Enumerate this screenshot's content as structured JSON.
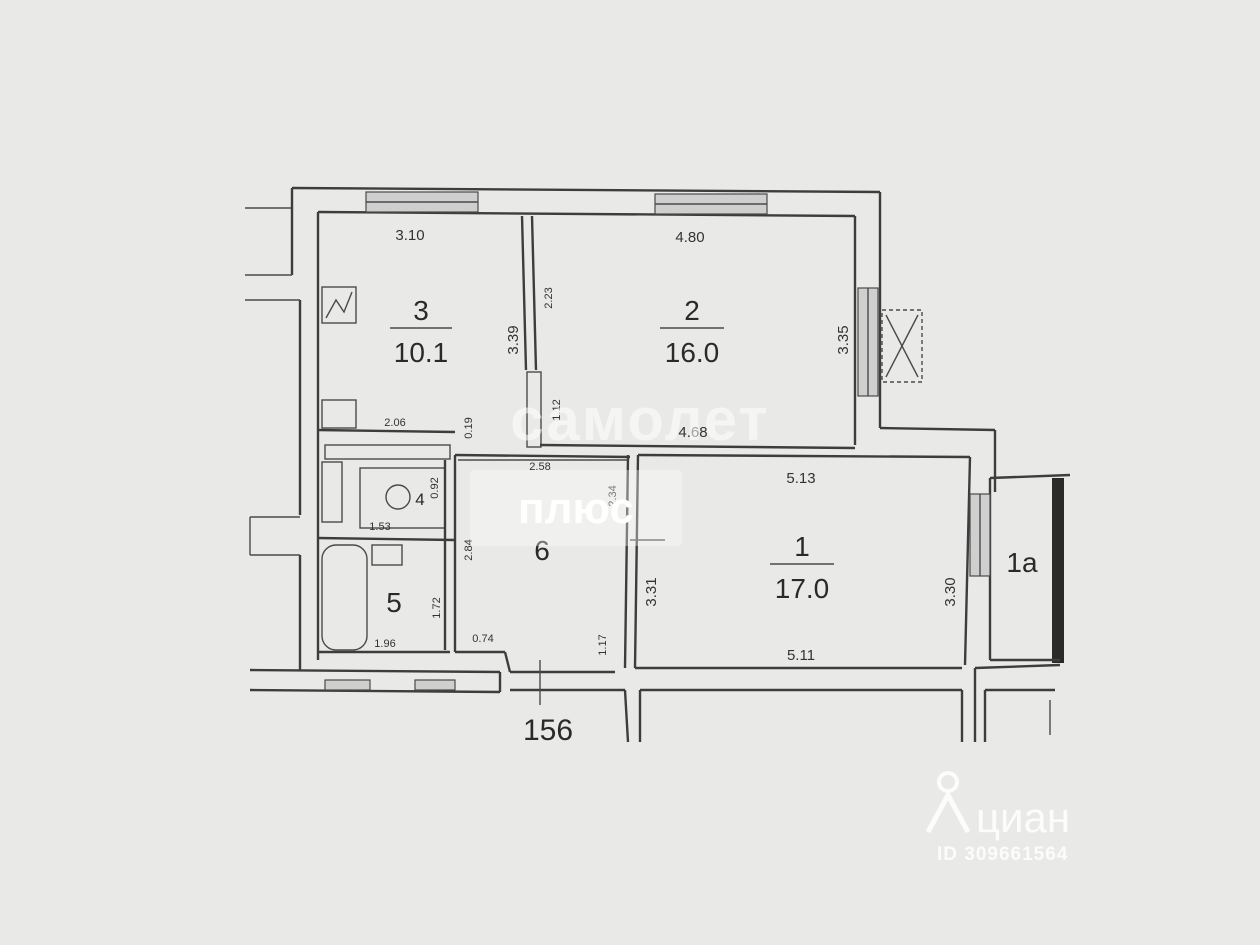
{
  "plan": {
    "plan_number": "156",
    "rooms": [
      {
        "id": "3",
        "number": "3",
        "area": "10.1"
      },
      {
        "id": "2",
        "number": "2",
        "area": "16.0"
      },
      {
        "id": "1",
        "number": "1",
        "area": "17.0"
      },
      {
        "id": "1a",
        "number": "1а",
        "area": ""
      },
      {
        "id": "4",
        "number": "4",
        "area": ""
      },
      {
        "id": "5",
        "number": "5",
        "area": ""
      },
      {
        "id": "6",
        "number": "6",
        "area": ""
      }
    ],
    "dimensions": {
      "room3_top": "3.10",
      "room3_side": "3.39",
      "room3_bottom": "2.06",
      "room2_top": "4.80",
      "room2_left": "2.23",
      "room2_right": "3.35",
      "room2_bottom": "4.68",
      "room2_small": "1.12",
      "room1_top": "5.13",
      "room1_bottom": "5.11",
      "room1_left": "3.31",
      "room1_right": "3.30",
      "hall_top": "2.58",
      "hall_right": "2.34",
      "hall_left": "2.84",
      "hall_bottom": "0.74",
      "hall_lower_right": "1.17",
      "wc_top": "0.19",
      "wc_side": "0.92",
      "wc_bottom": "1.53",
      "bath_side": "1.72",
      "bath_bottom": "1.96"
    }
  },
  "watermarks": {
    "samolet": "самолет",
    "plus": "плюс",
    "cian": "циан",
    "cian_id": "ID 309661564"
  },
  "colors": {
    "paper": "#e9e9e7",
    "ink": "#3d3d3d"
  }
}
